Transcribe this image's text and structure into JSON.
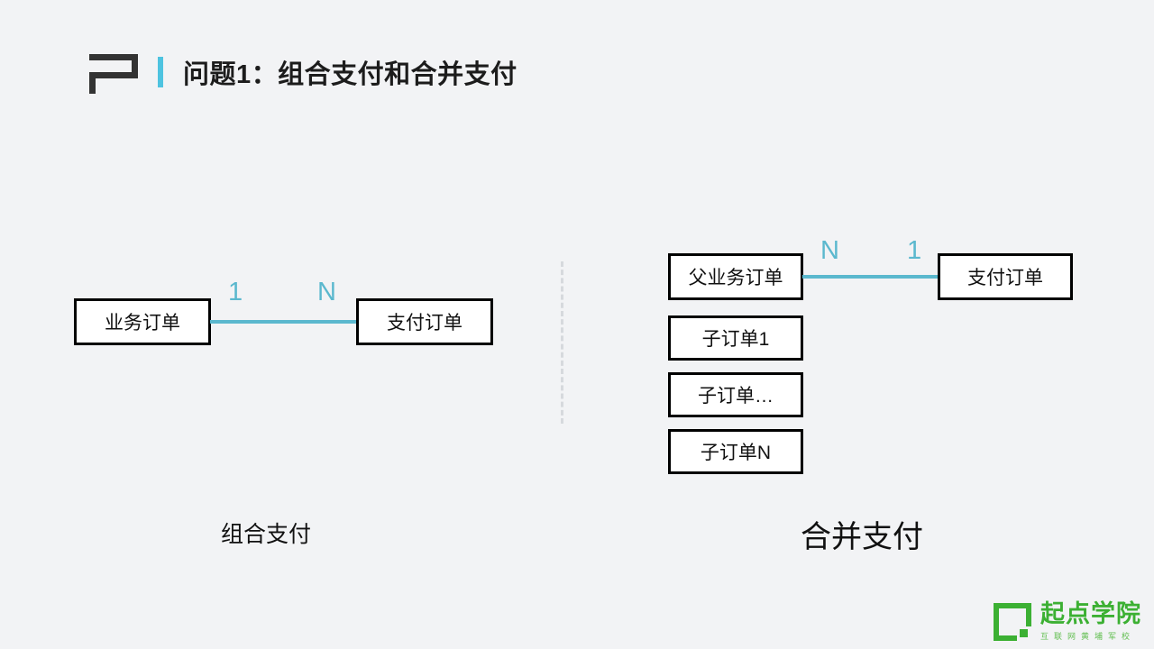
{
  "header": {
    "logo_name": "brand-mark",
    "accent_color": "#4ec3e0",
    "title": "问题1：组合支付和合并支付"
  },
  "diagrams": [
    {
      "id": "combined-payment",
      "caption": "组合支付",
      "nodes": [
        {
          "id": "business-order",
          "label": "业务订单"
        },
        {
          "id": "payment-order",
          "label": "支付订单"
        }
      ],
      "relation": {
        "from_cardinality": "1",
        "to_cardinality": "N",
        "line_color": "#5bb8ce"
      }
    },
    {
      "id": "merged-payment",
      "caption": "合并支付",
      "nodes": [
        {
          "id": "parent-business-order",
          "label": "父业务订单"
        },
        {
          "id": "payment-order",
          "label": "支付订单"
        },
        {
          "id": "child-order-1",
          "label": "子订单1"
        },
        {
          "id": "child-order-ellipsis",
          "label": "子订单…"
        },
        {
          "id": "child-order-n",
          "label": "子订单N"
        }
      ],
      "relation": {
        "from_cardinality": "N",
        "to_cardinality": "1",
        "line_color": "#5bb8ce"
      }
    }
  ],
  "divider": {
    "style": "dashed-vertical",
    "color": "#d6d9dd"
  },
  "footer": {
    "logo_icon": "qidian-square-icon",
    "brand_name": "起点学院",
    "tagline": "互联网黄埔军校",
    "brand_color": "#3cb033"
  },
  "background_color": "#f2f3f5"
}
